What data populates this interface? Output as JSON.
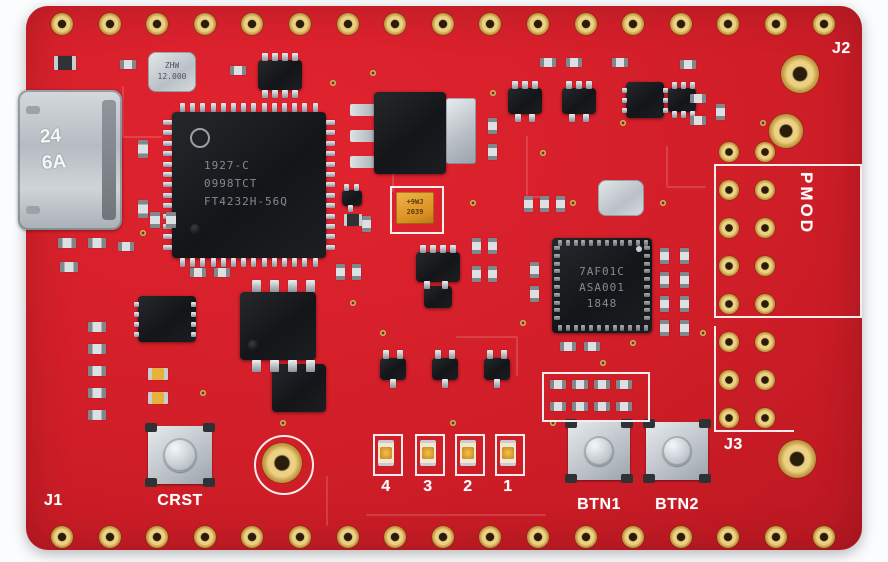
{
  "silkscreen": {
    "j1": "J1",
    "j2": "J2",
    "j3": "J3",
    "pmod": "PMOD",
    "crst": "CRST",
    "btn1": "BTN1",
    "btn2": "BTN2",
    "led_labels": [
      "4",
      "3",
      "2",
      "1"
    ]
  },
  "component_markings": {
    "usb_shell": [
      "24",
      "6A"
    ],
    "crystal": [
      "ZHW",
      "12.000"
    ],
    "usb_bridge_ic": [
      "1927-C",
      "0998TCT",
      "FT4232H-56Q"
    ],
    "fpga": [
      "7AF01C",
      "ASA001",
      "1848"
    ],
    "tantalum_capacitor": [
      "+9WJ",
      "2039"
    ]
  },
  "colors": {
    "board_red": "#d01e28",
    "pad_gold": "#c9a24d",
    "silkscreen_white": "#ffffff",
    "ic_black": "#17181a",
    "metal_silver": "#c3c9cf",
    "capacitor_orange": "#e09a33"
  }
}
